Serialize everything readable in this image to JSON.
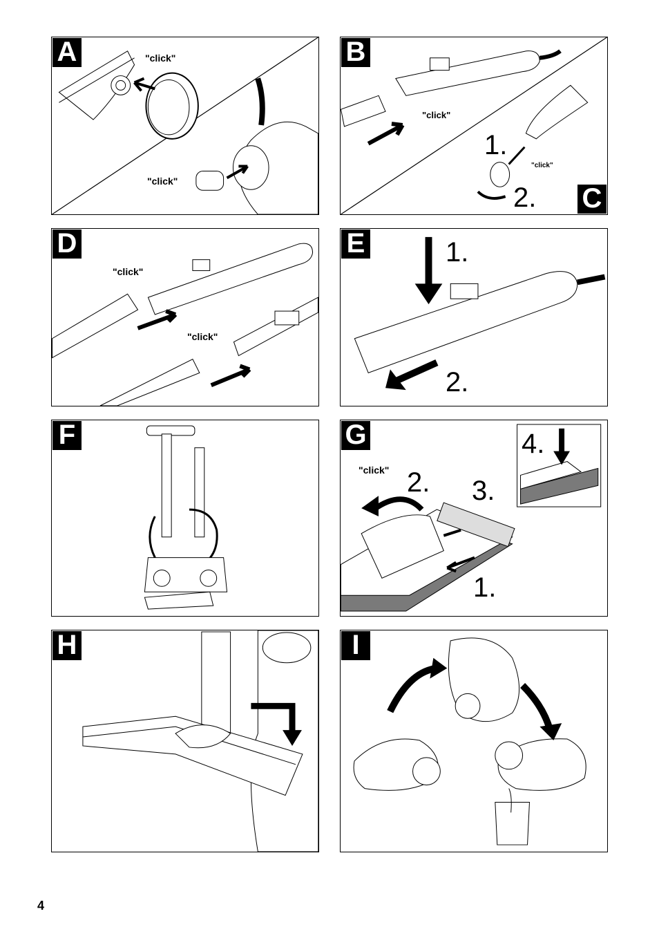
{
  "page_number": "4",
  "click_text": "\"click\"",
  "panels": {
    "A": {
      "label": "A"
    },
    "B": {
      "label": "B",
      "label2": "C",
      "step1": "1.",
      "step2": "2."
    },
    "D": {
      "label": "D"
    },
    "E": {
      "label": "E",
      "step1": "1.",
      "step2": "2."
    },
    "F": {
      "label": "F"
    },
    "G": {
      "label": "G",
      "step1": "1.",
      "step2": "2.",
      "step3": "3.",
      "step4": "4."
    },
    "H": {
      "label": "H"
    },
    "I": {
      "label": "I"
    }
  }
}
